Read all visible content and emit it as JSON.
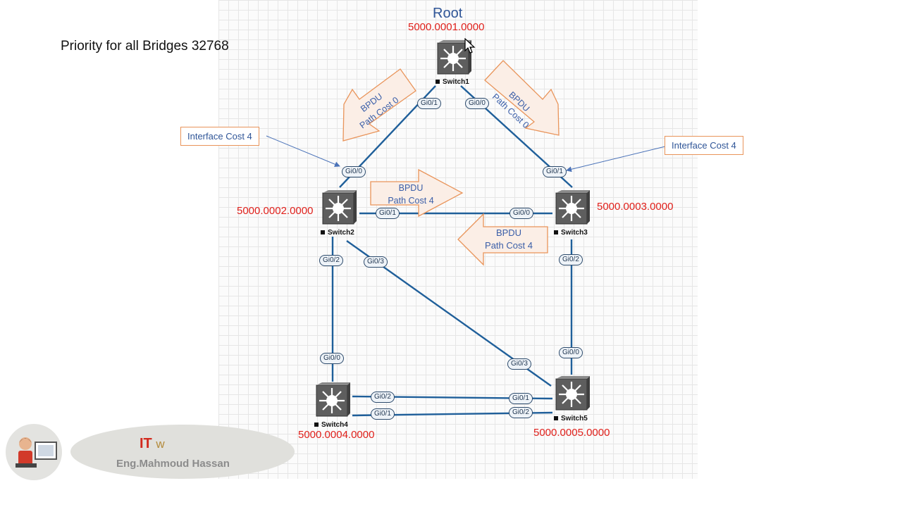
{
  "title": "Priority for all Bridges 32768",
  "root_label": "Root",
  "switches": [
    {
      "name": "Switch1",
      "mac": "5000.0001.0000"
    },
    {
      "name": "Switch2",
      "mac": "5000.0002.0000"
    },
    {
      "name": "Switch3",
      "mac": "5000.0003.0000"
    },
    {
      "name": "Switch4",
      "mac": "5000.0004.0000"
    },
    {
      "name": "Switch5",
      "mac": "5000.0005.0000"
    }
  ],
  "ports": {
    "sw1_gi01": "Gi0/1",
    "sw1_gi00": "Gi0/0",
    "sw2_gi00": "Gi0/0",
    "sw2_gi01": "Gi0/1",
    "sw2_gi02": "Gi0/2",
    "sw2_gi03": "Gi0/3",
    "sw3_gi01": "Gi0/1",
    "sw3_gi00": "Gi0/0",
    "sw3_gi02": "Gi0/2",
    "sw4_gi00": "Gi0/0",
    "sw4_gi02": "Gi0/2",
    "sw4_gi01": "Gi0/1",
    "sw5_gi00": "Gi0/0",
    "sw5_gi03": "Gi0/3",
    "sw5_gi01": "Gi0/1",
    "sw5_gi02": "Gi0/2"
  },
  "callouts": {
    "left": "Interface Cost 4",
    "right": "Interface Cost 4"
  },
  "bpdu_arrows": {
    "sw1_to_sw2": {
      "line1": "BPDU",
      "line2": "Path Cost 0"
    },
    "sw1_to_sw3": {
      "line1": "BPDU",
      "line2": "Path Cost 0"
    },
    "sw2_to_sw3": {
      "line1": "BPDU",
      "line2": "Path  Cost  4"
    },
    "sw3_to_sw2": {
      "line1": "BPDU",
      "line2": "Path Cost 4"
    }
  },
  "branding": {
    "logo_main": "IT",
    "logo_suffix": "w",
    "author": "Eng.Mahmoud Hassan"
  },
  "colors": {
    "mac_text": "#e0201b",
    "link": "#1f5f9a",
    "arrow_fill": "#fbeee6",
    "arrow_stroke": "#e9945a",
    "root_text": "#2f5597"
  }
}
